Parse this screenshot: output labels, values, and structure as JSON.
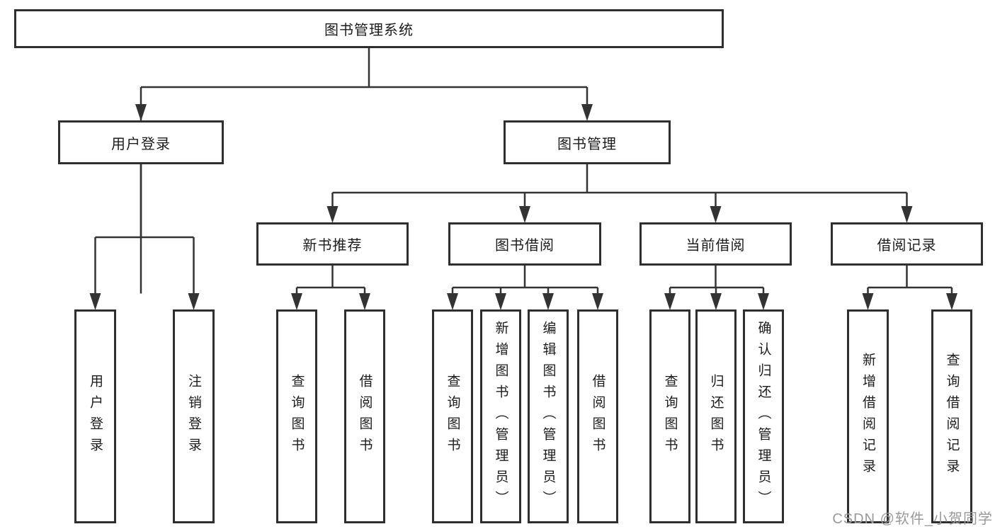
{
  "nodes": {
    "root": {
      "label": "图书管理系统"
    },
    "level2": [
      {
        "label": "用户登录"
      },
      {
        "label": "图书管理"
      }
    ],
    "level3": [
      {
        "label": "新书推荐",
        "parent": "图书管理"
      },
      {
        "label": "图书借阅",
        "parent": "图书管理"
      },
      {
        "label": "当前借阅",
        "parent": "图书管理"
      },
      {
        "label": "借阅记录",
        "parent": "图书管理"
      }
    ],
    "leaves": [
      {
        "label": "用户登录",
        "parent": "用户登录"
      },
      {
        "label": "注销登录",
        "parent": "用户登录"
      },
      {
        "label": "查询图书",
        "parent": "新书推荐"
      },
      {
        "label": "借阅图书",
        "parent": "新书推荐"
      },
      {
        "label": "查询图书",
        "parent": "图书借阅"
      },
      {
        "label": "新增图书（管理员）",
        "parent": "图书借阅"
      },
      {
        "label": "编辑图书（管理员）",
        "parent": "图书借阅"
      },
      {
        "label": "借阅图书",
        "parent": "图书借阅"
      },
      {
        "label": "查询图书",
        "parent": "当前借阅"
      },
      {
        "label": "归还图书",
        "parent": "当前借阅"
      },
      {
        "label": "确认归还（管理员）",
        "parent": "当前借阅"
      },
      {
        "label": "新增借阅记录",
        "parent": "借阅记录"
      },
      {
        "label": "查询借阅记录",
        "parent": "借阅记录"
      }
    ]
  },
  "watermark": "CSDN @软件_小贺同学",
  "colors": {
    "line": "#333333",
    "box_border": "#2f2f2f",
    "box_fill": "#ffffff",
    "text": "#1c1c1c",
    "watermark": "#999999"
  }
}
